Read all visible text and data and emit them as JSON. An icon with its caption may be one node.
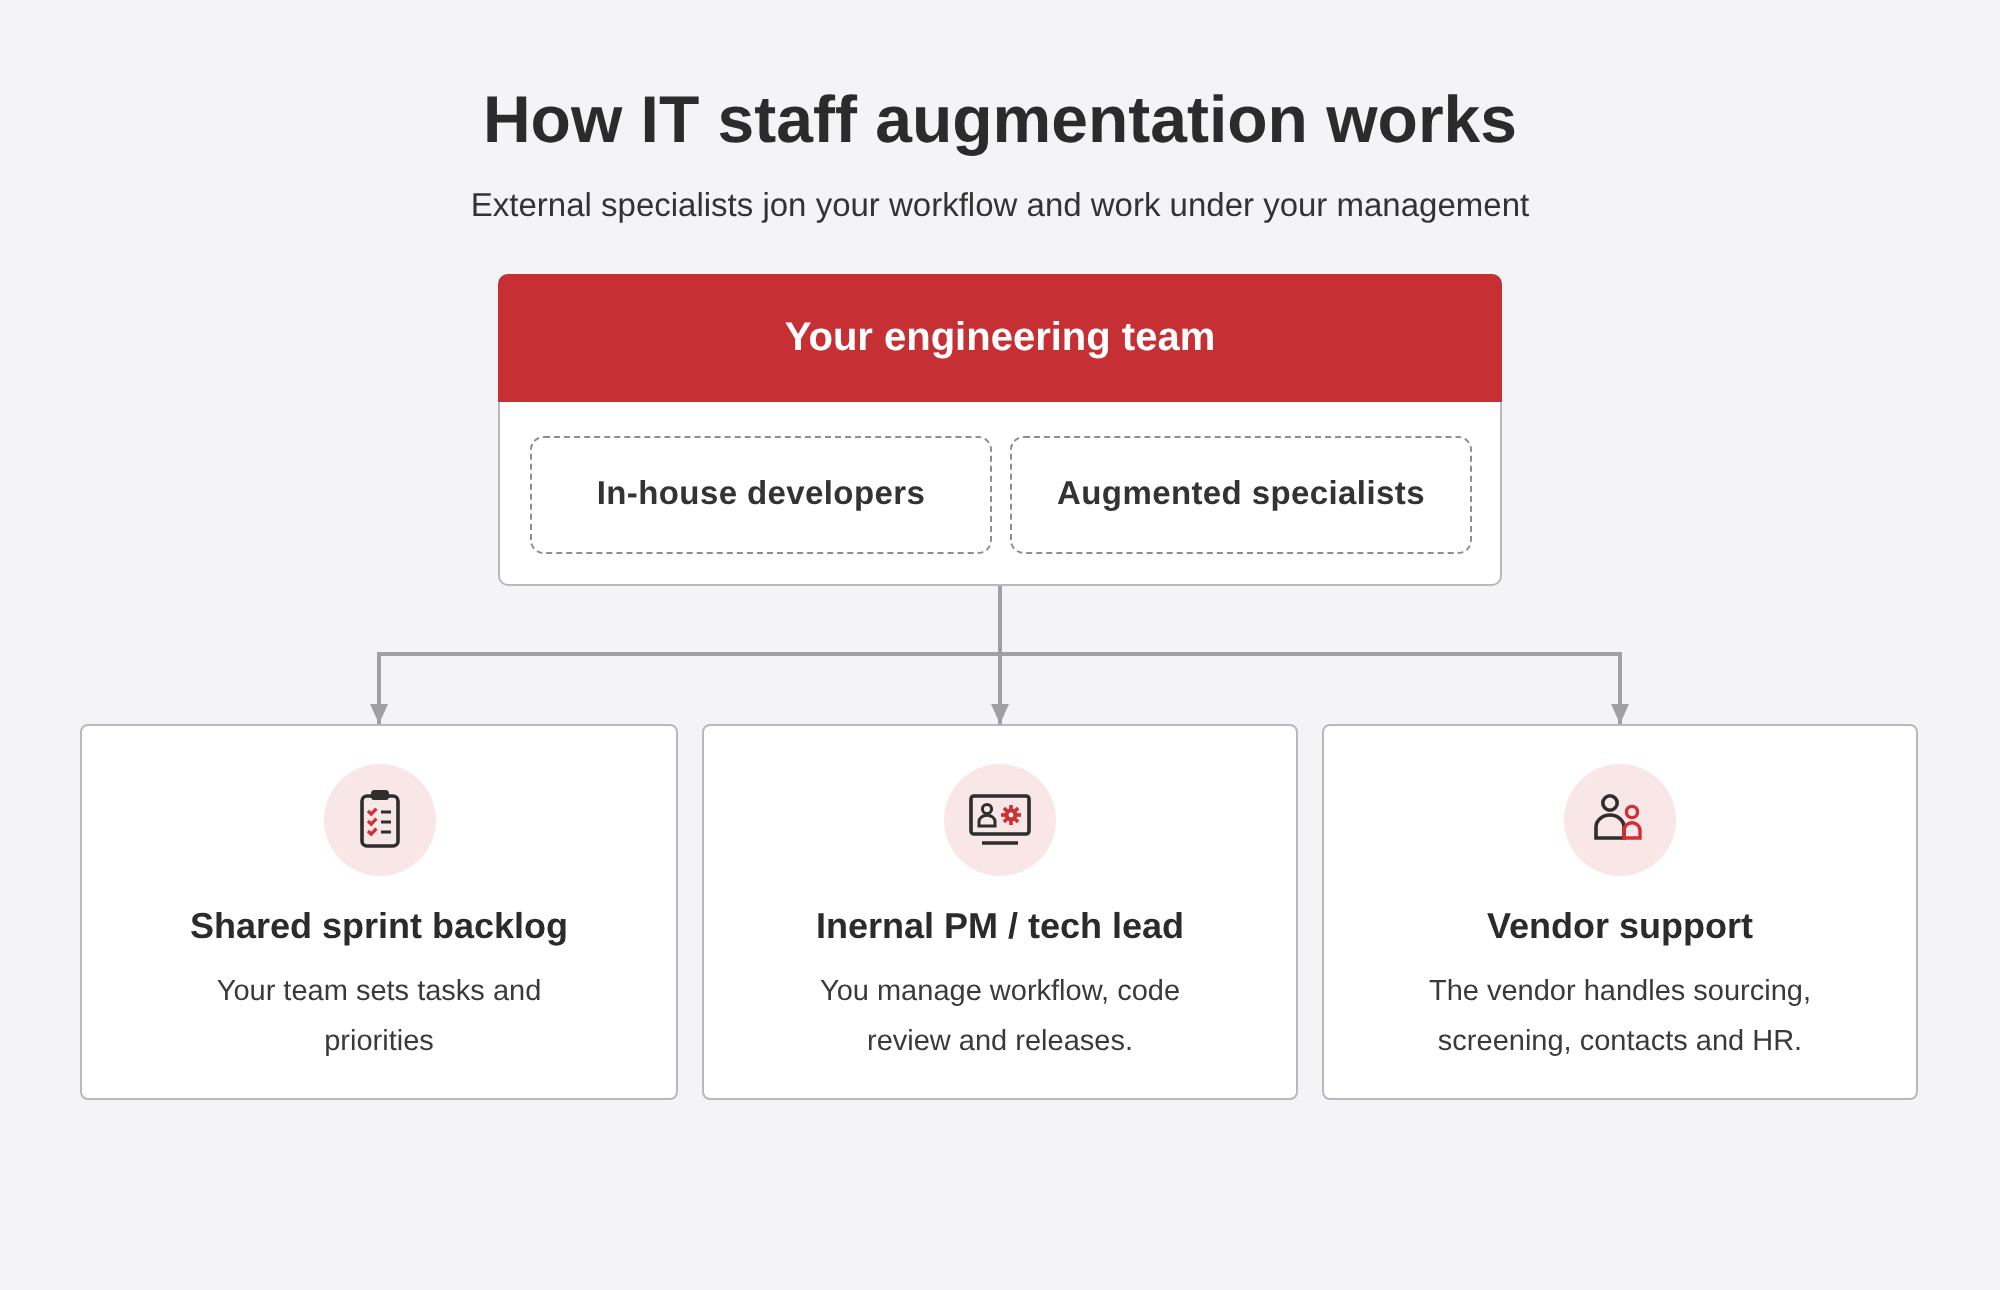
{
  "diagram": {
    "title": "How IT staff augmentation works",
    "nodes": [
      {
        "text": [
          "Your engineering team"
        ]
      },
      {
        "text": [
          "In-house developers"
        ],
        "in": 0
      },
      {
        "text": [
          "Augmented specialists"
        ],
        "in": 0
      },
      {
        "text": [
          "Shared sprint backlog",
          "Your team sets tasks and priorities"
        ]
      },
      {
        "text": [
          "Inernal PM / tech lead",
          "You manage workflow, code review and releases."
        ]
      },
      {
        "text": [
          "Vendor support",
          "The vendor handles sourcing, screening, contacts and HR."
        ]
      }
    ],
    "edges": [
      {
        "from": 0,
        "to": 3,
        "arrow": "to"
      },
      {
        "from": 0,
        "to": 4,
        "arrow": "to"
      },
      {
        "from": 0,
        "to": 5,
        "arrow": "to"
      }
    ],
    "labels": [
      "External specialists jon your workflow and work under your management"
    ]
  }
}
